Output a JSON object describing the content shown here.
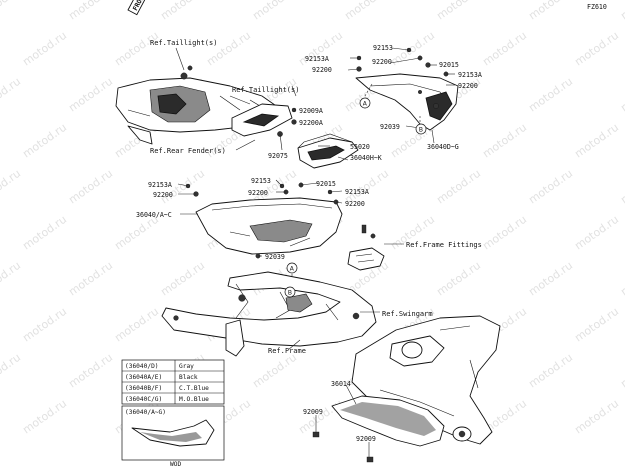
{
  "figure_code": "FZ610",
  "front_arrow": "FRONT",
  "watermark": "motod.ru",
  "callouts": {
    "ref_taillight_1": "Ref.Taillight(s)",
    "ref_taillight_2": "Ref.Taillight(s)",
    "ref_rear_fender": "Ref.Rear Fender(s)",
    "ref_frame_fittings": "Ref.Frame Fittings",
    "ref_swingarm": "Ref.Swingarm",
    "ref_frame": "Ref.Frame"
  },
  "part_labels": {
    "p92153_top": "92153",
    "p92153a_top": "92153A",
    "p92200_top": "92200",
    "p92200_top2": "92200",
    "p92015_top": "92015",
    "p92153a_right": "92153A",
    "p92200_right": "92200",
    "p92009a": "92009A",
    "p92200a": "92200A",
    "p55020": "55020",
    "p36040hk": "36040H~K",
    "p92039_top": "92039",
    "p36040dg": "36040D~G",
    "p92075": "92075",
    "p92153_mid": "92153",
    "p92015_mid": "92015",
    "p92200_mid": "92200",
    "p92153a_mid": "92153A",
    "p92200_mid2": "92200",
    "p92153a_left": "92153A",
    "p92200_left": "92200",
    "p36040ac": "36040/A~C",
    "p92039_mid": "92039",
    "p36014": "36014",
    "p92009_a": "92009",
    "p92009_b": "92009"
  },
  "circle_markers": {
    "a1": "A",
    "b1": "B",
    "a2": "A",
    "b2": "B"
  },
  "color_table": {
    "rows": [
      {
        "code": "(36040/D)",
        "color": "Gray"
      },
      {
        "code": "(36040A/E)",
        "color": "Black"
      },
      {
        "code": "(36040B/F)",
        "color": "C.T.Blue"
      },
      {
        "code": "(36040C/G)",
        "color": "M.O.Blue"
      }
    ]
  },
  "inset": {
    "title": "(36040/A~G)",
    "caption": "WOD"
  }
}
